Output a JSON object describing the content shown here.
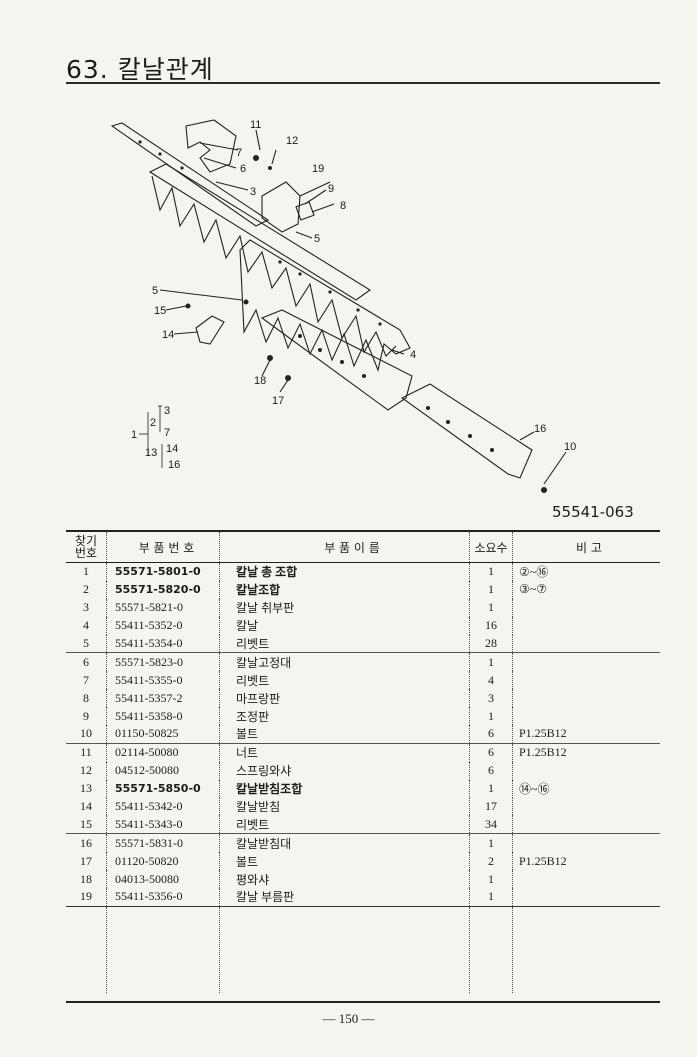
{
  "page": {
    "title": "63. 칼날관계",
    "diagram_code": "55541-063",
    "page_number": "— 150 —"
  },
  "diagram": {
    "callouts": [
      "1",
      "2",
      "3",
      "4",
      "5",
      "5",
      "6",
      "7",
      "8",
      "9",
      "10",
      "11",
      "12",
      "13",
      "14",
      "15",
      "16",
      "17",
      "18",
      "19"
    ],
    "tree": {
      "root": "1",
      "a": "2",
      "a_from": "3",
      "a_to": "7",
      "b": "13",
      "b_from": "14",
      "b_to": "16"
    }
  },
  "table": {
    "headers": {
      "no_line1": "찾기",
      "no_line2": "번호",
      "part": "부 품 번 호",
      "name": "부 품 이 름",
      "qty": "소요수",
      "note": "비 고"
    },
    "rows": [
      {
        "no": "1",
        "part": "55571-5801-0",
        "name": "칼날 총 조합",
        "qty": "1",
        "note": "②~⑯",
        "bold": true
      },
      {
        "no": "2",
        "part": "55571-5820-0",
        "name": "칼날조합",
        "qty": "1",
        "note": "③~⑦",
        "bold": true
      },
      {
        "no": "3",
        "part": "55571-5821-0",
        "name": "칼날 취부판",
        "qty": "1",
        "note": ""
      },
      {
        "no": "4",
        "part": "55411-5352-0",
        "name": "칼날",
        "qty": "16",
        "note": ""
      },
      {
        "no": "5",
        "part": "55411-5354-0",
        "name": "리벳트",
        "qty": "28",
        "note": ""
      },
      {
        "no": "6",
        "part": "55571-5823-0",
        "name": "칼날고정대",
        "qty": "1",
        "note": ""
      },
      {
        "no": "7",
        "part": "55411-5355-0",
        "name": "리벳트",
        "qty": "4",
        "note": ""
      },
      {
        "no": "8",
        "part": "55411-5357-2",
        "name": "마프랑판",
        "qty": "3",
        "note": ""
      },
      {
        "no": "9",
        "part": "55411-5358-0",
        "name": "조정판",
        "qty": "1",
        "note": ""
      },
      {
        "no": "10",
        "part": "01150-50825",
        "name": "볼트",
        "qty": "6",
        "note": "P1.25B12"
      },
      {
        "no": "11",
        "part": "02114-50080",
        "name": "너트",
        "qty": "6",
        "note": "P1.25B12"
      },
      {
        "no": "12",
        "part": "04512-50080",
        "name": "스프링와샤",
        "qty": "6",
        "note": ""
      },
      {
        "no": "13",
        "part": "55571-5850-0",
        "name": "칼날받침조합",
        "qty": "1",
        "note": "⑭~⑯",
        "bold": true
      },
      {
        "no": "14",
        "part": "55411-5342-0",
        "name": "칼날받침",
        "qty": "17",
        "note": ""
      },
      {
        "no": "15",
        "part": "55411-5343-0",
        "name": "리벳트",
        "qty": "34",
        "note": ""
      },
      {
        "no": "16",
        "part": "55571-5831-0",
        "name": "칼날받침대",
        "qty": "1",
        "note": ""
      },
      {
        "no": "17",
        "part": "01120-50820",
        "name": "볼트",
        "qty": "2",
        "note": "P1.25B12"
      },
      {
        "no": "18",
        "part": "04013-50080",
        "name": "평와샤",
        "qty": "1",
        "note": ""
      },
      {
        "no": "19",
        "part": "55411-5356-0",
        "name": "칼날 부름판",
        "qty": "1",
        "note": ""
      }
    ]
  }
}
